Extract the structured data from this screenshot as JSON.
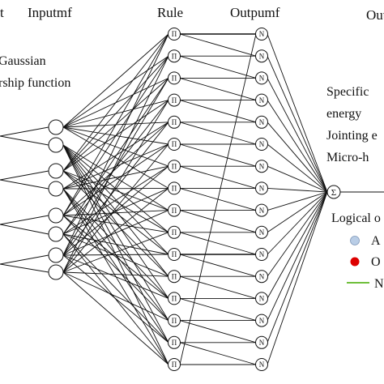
{
  "headers": {
    "input": "t",
    "inputmf": "Inputmf",
    "rule": "Rule",
    "outputmf": "Outpumf",
    "output": "Out"
  },
  "inputmf_note": {
    "line1": "Gaussian",
    "line2": "rship function"
  },
  "output_note": {
    "line1": "Specific",
    "line2": "energy",
    "line3": "Jointing e",
    "line4": "Micro-h"
  },
  "legend": {
    "title": "Logical o",
    "items": [
      {
        "label": "A",
        "color": "#b9cde6",
        "kind": "dot"
      },
      {
        "label": "O",
        "color": "#dd0000",
        "kind": "dot"
      },
      {
        "label": "N",
        "color": "#6fbf3b",
        "kind": "line"
      }
    ]
  },
  "symbols": {
    "rule": "Π",
    "outputmf": "N",
    "sum": "Σ"
  },
  "counts": {
    "inputmf_nodes": 8,
    "rule_nodes": 16,
    "outputmf_nodes": 16
  }
}
